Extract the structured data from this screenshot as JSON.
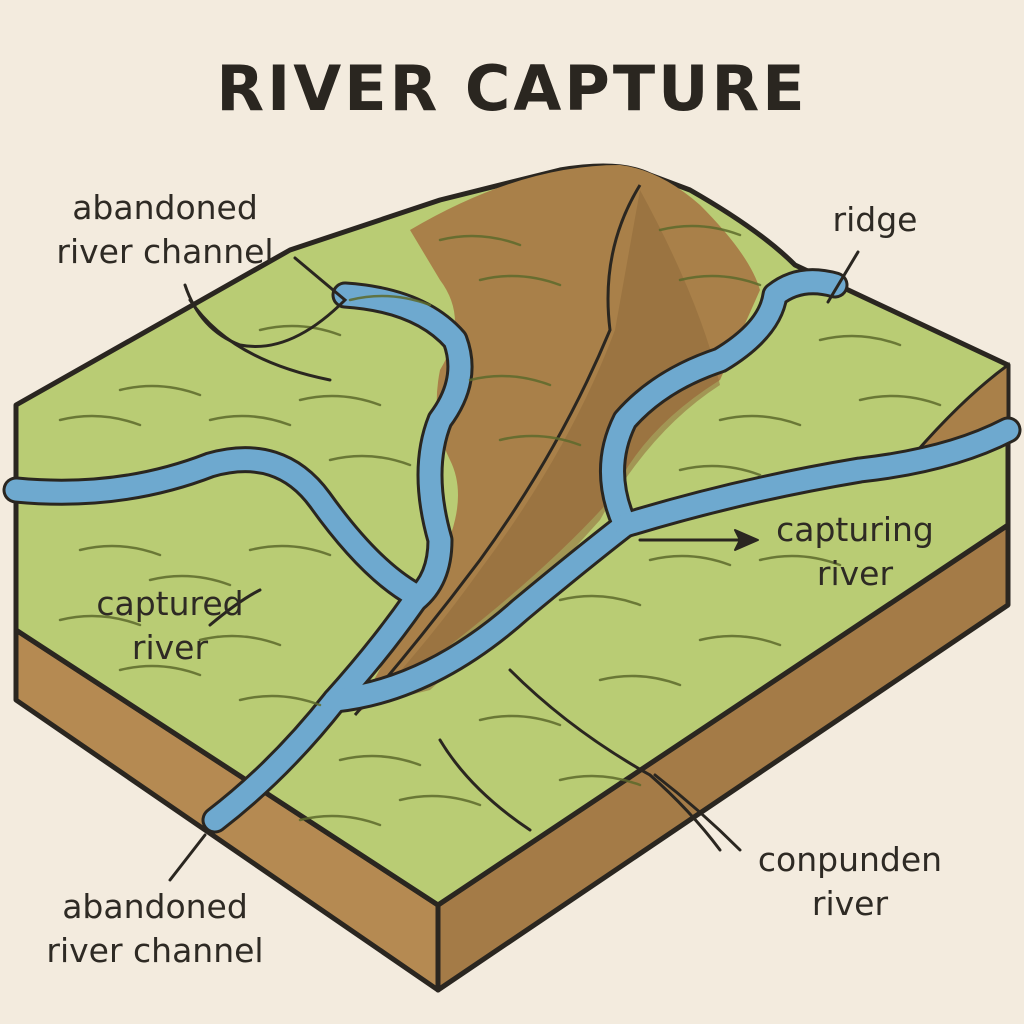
{
  "title": "RIVER CAPTURE",
  "labels": {
    "abandoned_top": [
      "abandoned",
      "river channel"
    ],
    "ridge": [
      "ridge"
    ],
    "capturing": [
      "capturing",
      "river"
    ],
    "captured": [
      "captured",
      "river"
    ],
    "abandoned_bottom": [
      "abandoned",
      "river channel"
    ],
    "conpunden": [
      "conpunden",
      "river"
    ]
  },
  "colors": {
    "background": "#f3ebde",
    "land": "#b9cc74",
    "ridge": "#a17a44",
    "river": "#6ea9cf",
    "soil": "#b58a52",
    "outline": "#2a2620"
  }
}
